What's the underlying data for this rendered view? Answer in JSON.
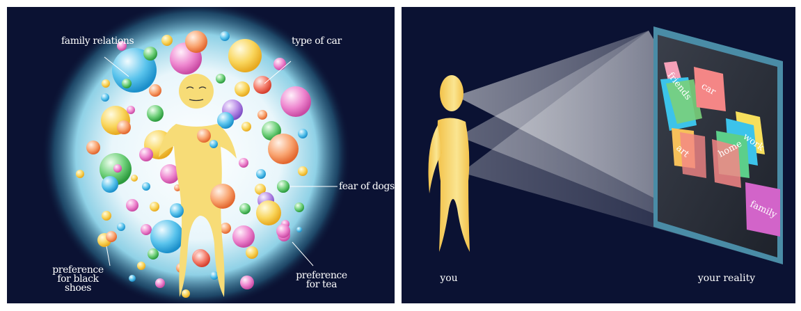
{
  "left_labels": {
    "family_relations": "family relations",
    "type_of_car": "type of car",
    "fear_of_dogs": "fear of dogs",
    "preference_black_shoes": "preference for black shoes",
    "preference_tea": "preference for tea"
  },
  "right_labels": {
    "you": "you",
    "your_reality": "your reality"
  },
  "screen_tiles": {
    "friends": "friends",
    "car": "car",
    "work": "work",
    "home": "home",
    "art": "art",
    "family": "family"
  },
  "colors": {
    "background": "#0b1233",
    "figure": "#f7dc77",
    "label_text": "#ffffff"
  }
}
